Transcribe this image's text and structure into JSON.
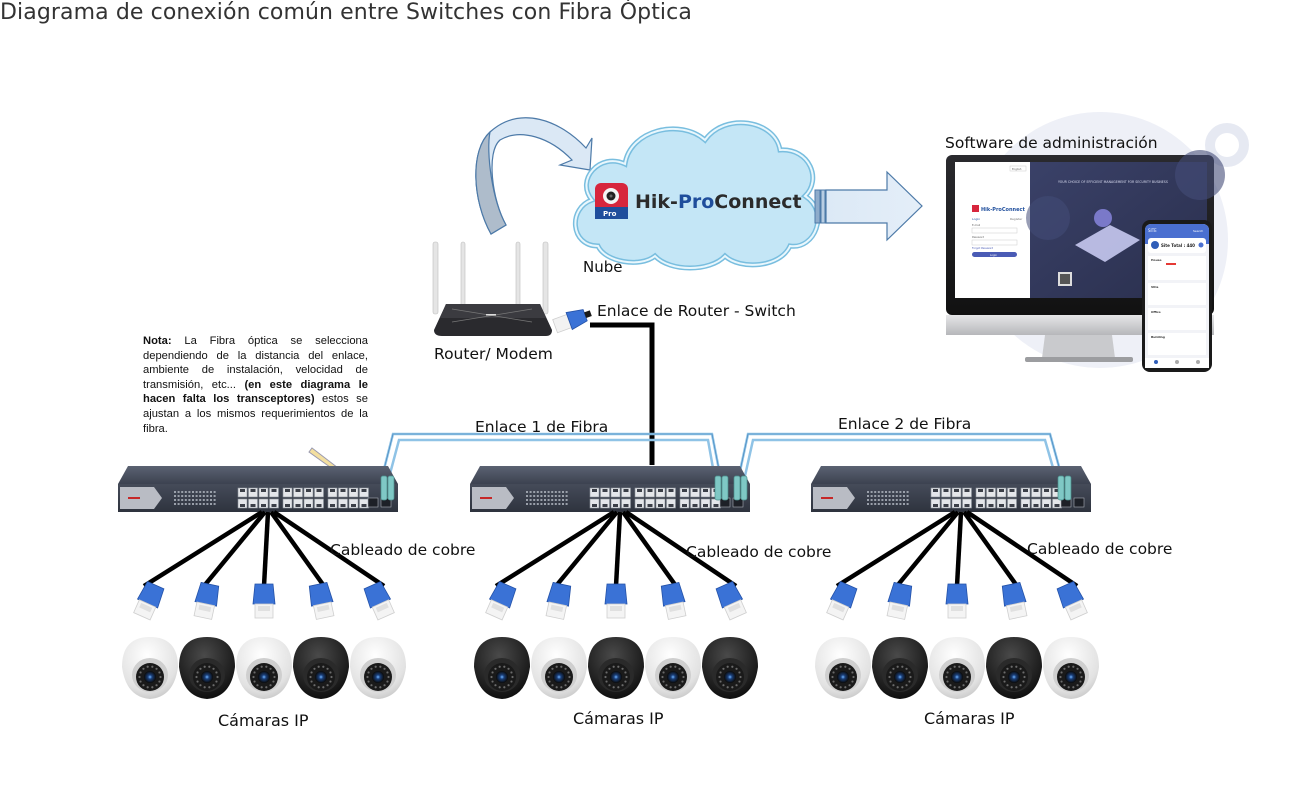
{
  "title": "Diagrama de conexión común entre Switches con Fibra Óptica",
  "cloud": {
    "brand_prefix": "Hik-",
    "brand_highlight": "Pro",
    "brand_suffix": "Connect",
    "app_badge": "Pro",
    "label": "Nube",
    "colors": {
      "fill": "#bfe3f4",
      "stroke": "#6fb9dc",
      "brand_dark": "#2b2b2b",
      "brand_blue": "#1f4e9c",
      "app_red": "#d7263d"
    }
  },
  "router": {
    "label": "Router/ Modem"
  },
  "router_link": {
    "label": "Enlace de Router - Switch"
  },
  "admin_software": {
    "label": "Software de administración",
    "desktop": {
      "brand": "Hik-ProConnect",
      "tagline": "YOUR CHOICE OF EFFICIENT MANAGEMENT FOR SECURITY BUSINESS",
      "login_tab": "Login",
      "register_tab": "Register",
      "email_label": "E-mail",
      "password_label": "Password",
      "forgot_label": "Forgot Password",
      "login_button": "Login",
      "language": "English"
    },
    "mobile": {
      "header": "SITE",
      "search": "Search",
      "site_total": "Site Total : 440",
      "sites": [
        "House",
        "Villa",
        "Office",
        "Building"
      ]
    }
  },
  "note": {
    "lead": "Nota:",
    "text1": " La Fibra óptica se selecciona dependiendo de la distancia del enlace, ambiente de instalación, velocidad de transmisión, etc... ",
    "bold": "(en este diagrama le hacen falta los transceptores)",
    "text2": " estos se ajustan a los mismos requerimientos de la fibra."
  },
  "fiber_links": [
    {
      "label": "Enlace 1 de Fibra",
      "color": "#8fc3e6"
    },
    {
      "label": "Enlace 2 de Fibra",
      "color": "#8fc3e6"
    }
  ],
  "switch_groups": [
    {
      "copper_label": "Cableado de cobre",
      "cameras_label": "Cámaras IP",
      "camera_colors": [
        "white",
        "black",
        "white",
        "black",
        "white"
      ]
    },
    {
      "copper_label": "Cableado de cobre",
      "cameras_label": "Cámaras IP",
      "camera_colors": [
        "black",
        "white",
        "black",
        "white",
        "black"
      ]
    },
    {
      "copper_label": "Cableado de cobre",
      "cameras_label": "Cámaras IP",
      "camera_colors": [
        "white",
        "black",
        "white",
        "black",
        "white"
      ]
    }
  ]
}
